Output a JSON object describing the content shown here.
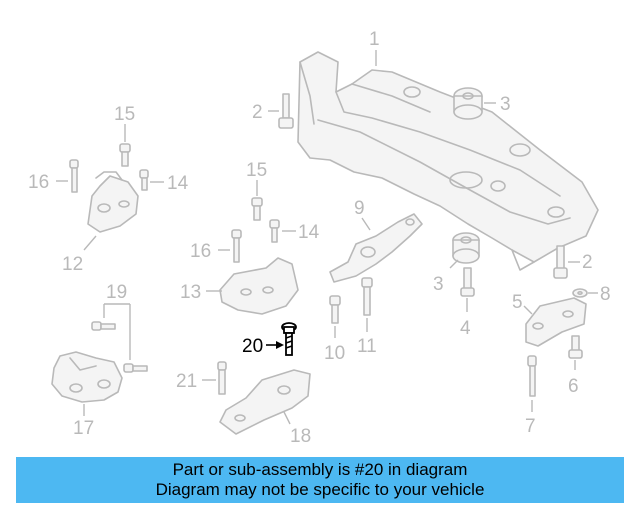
{
  "diagram": {
    "callouts": {
      "c1": "1",
      "c2a": "2",
      "c2b": "2",
      "c3a": "3",
      "c3b": "3",
      "c4": "4",
      "c5": "5",
      "c6": "6",
      "c7": "7",
      "c8": "8",
      "c9": "9",
      "c10": "10",
      "c11": "11",
      "c12": "12",
      "c13": "13",
      "c14a": "14",
      "c14b": "14",
      "c15a": "15",
      "c15b": "15",
      "c16a": "16",
      "c16b": "16",
      "c17": "17",
      "c18": "18",
      "c19": "19",
      "c20": "20",
      "c21": "21"
    },
    "highlighted_part": "20",
    "colors": {
      "part_gray": "#b9b9b9",
      "highlight": "#000000",
      "banner": "#4db8f2"
    }
  },
  "footer": {
    "line1": "Part or sub-assembly is #20 in diagram",
    "line2": "Diagram may not be specific to your vehicle"
  }
}
